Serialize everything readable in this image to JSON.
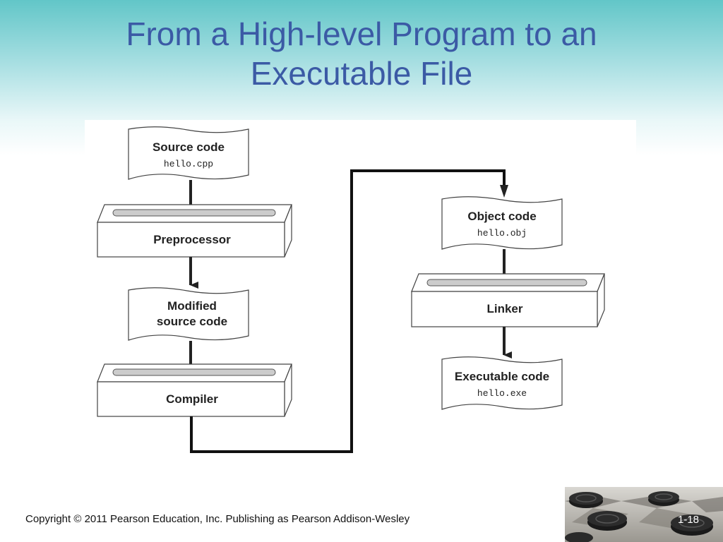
{
  "slide": {
    "title_line1": "From a High-level Program to an",
    "title_line2": "Executable File",
    "footer": "Copyright © 2011 Pearson Education, Inc. Publishing as Pearson Addison-Wesley",
    "slide_number": "1-18"
  },
  "diagram": {
    "source": {
      "title": "Source code",
      "file": "hello.cpp"
    },
    "preprocessor": {
      "label": "Preprocessor"
    },
    "modified": {
      "title_line1": "Modified",
      "title_line2": "source code"
    },
    "compiler": {
      "label": "Compiler"
    },
    "object": {
      "title": "Object code",
      "file": "hello.obj"
    },
    "linker": {
      "label": "Linker"
    },
    "executable": {
      "title": "Executable code",
      "file": "hello.exe"
    }
  }
}
